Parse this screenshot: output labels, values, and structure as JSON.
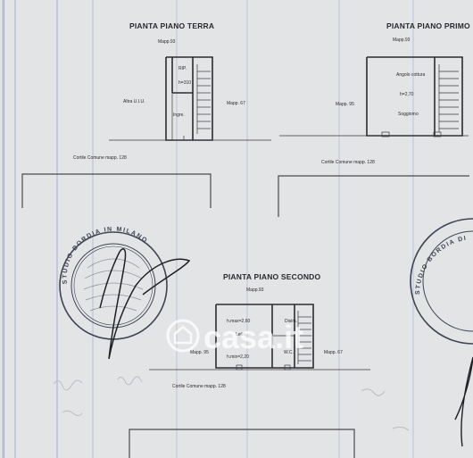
{
  "plans": {
    "ground": {
      "title": "PIANTA PIANO TERRA",
      "mapp_top": "Mapp.93",
      "rip": "RIP.",
      "height": "h=310",
      "other_units": "Altra U.I.U.",
      "mapp_right": "Mapp. 67",
      "entrance": "Ingre.",
      "courtyard": "Cortile Comune mapp. 128"
    },
    "first": {
      "title": "PIANTA PIANO PRIMO",
      "mapp_top": "Mapp.93",
      "corner": "Angolo cottura",
      "height": "h=2,70",
      "mapp_left": "Mapp. 95",
      "living": "Soggiorno",
      "courtyard": "Cortile Comune mapp. 128"
    },
    "second": {
      "title": "PIANTA PIANO SECONDO",
      "mapp_top": "Mapp.93",
      "hmax": "h.max=2,60",
      "closet": "Disim.",
      "bed": "Letto",
      "hmin": "h.min=2,20",
      "wc": "W.C.",
      "mapp_left": "Mapp. 95",
      "mapp_right": "Mapp. 67",
      "courtyard": "Cortile Comune mapp. 128"
    }
  },
  "stamp_left_text": "STUDIO BORDIA IN MILANO",
  "stamp_right_text": "STUDIO BORDIA DI MILANO NOTA",
  "watermark": "casa.it",
  "colors": {
    "paper": "#e3e4e6",
    "ink": "#2c2c30",
    "grid": "#8fa3c4",
    "stamp": "#3e4452"
  }
}
